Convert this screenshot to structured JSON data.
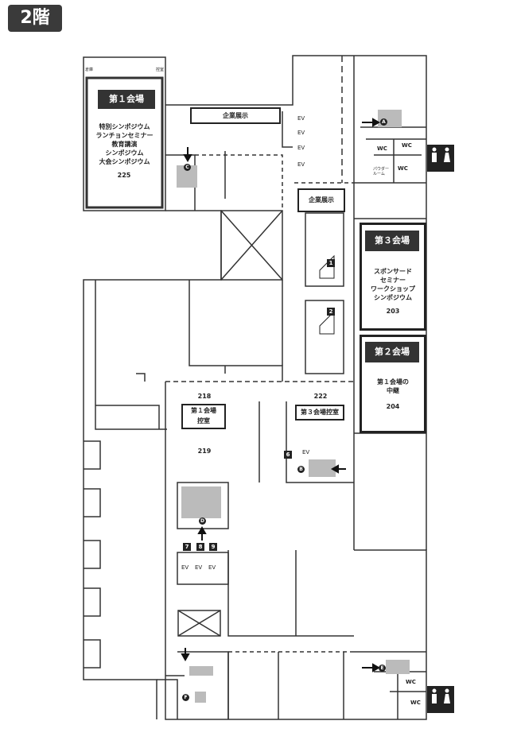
{
  "floor": "2階",
  "venues": {
    "hall1": {
      "title": "第１会場",
      "lines": [
        "特別シンポジウム",
        "ランチョンセミナー",
        "教育講演",
        "シンポジウム",
        "大会シンポジウム"
      ],
      "room": "225"
    },
    "hall3": {
      "title": "第３会場",
      "lines": [
        "スポンサード",
        "セミナー",
        "ワークショップ",
        "シンポジウム"
      ],
      "room": "203"
    },
    "hall2": {
      "title": "第２会場",
      "lines": [
        "第１会場の",
        "中継"
      ],
      "room": "204"
    }
  },
  "rooms": {
    "r218": "218",
    "r219": "219",
    "r222": "222",
    "hall1_waiting": "第１会場\n控室",
    "hall3_waiting": "第３会場控室"
  },
  "exhibits": {
    "top": "企業展示",
    "middle": "企業展示"
  },
  "elevator_label": "EV",
  "wc_label": "WC",
  "escalators": [
    "1",
    "2"
  ],
  "elevator_numbers": [
    "6",
    "7",
    "8",
    "9"
  ],
  "markers": [
    "A",
    "B",
    "C",
    "D",
    "E",
    "F"
  ],
  "corner_labels": {
    "left": "倉庫",
    "right": "控室"
  },
  "small_labels": {
    "powder_room": "パウダールーム"
  },
  "icon_names": [
    "arrow-icon",
    "restroom-icon",
    "elevator-icon",
    "escalator-icon",
    "stairs-icon",
    "accessible-wc-icon",
    "male-female-icon"
  ]
}
